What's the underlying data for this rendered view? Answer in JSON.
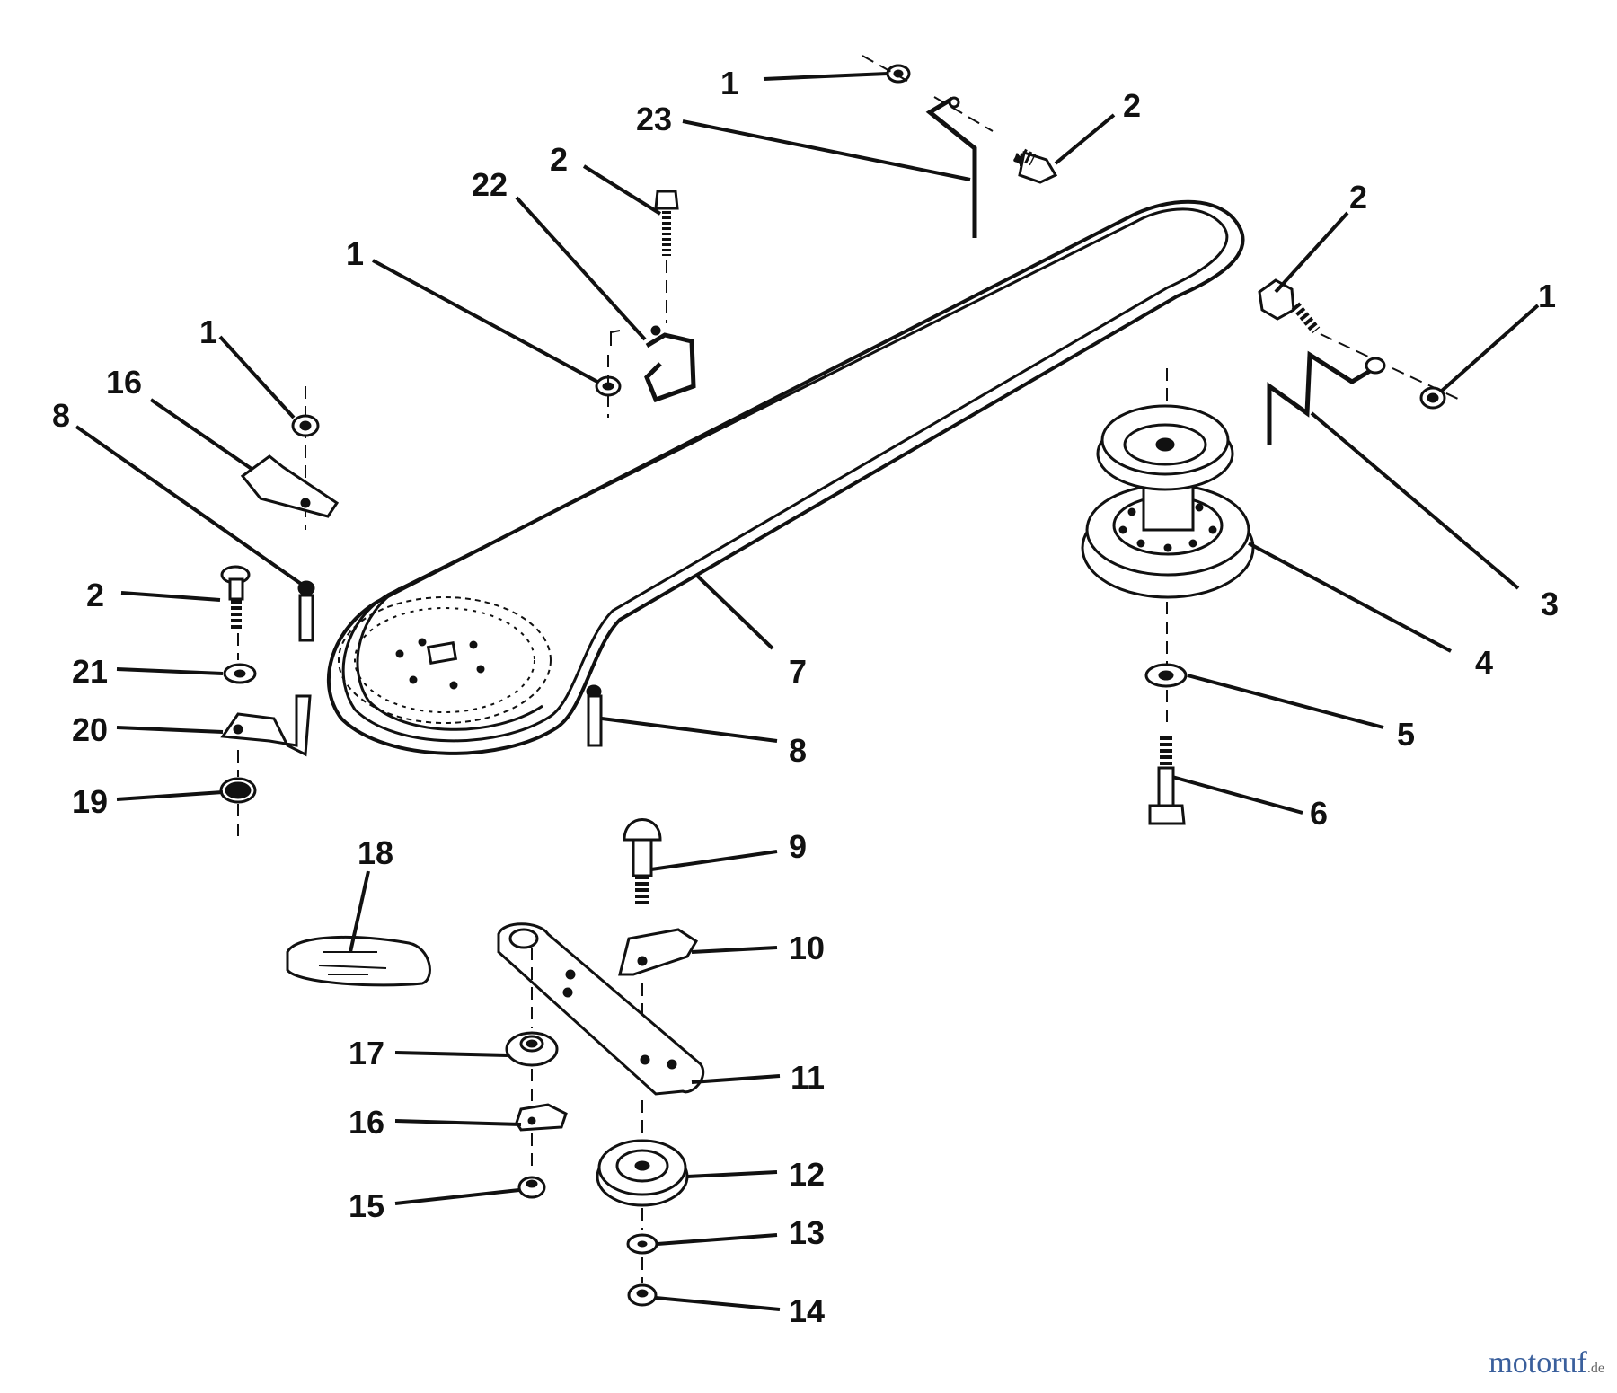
{
  "callouts": {
    "c1_top": "1",
    "c2_top": "2",
    "c23": "23",
    "c2_bolt": "2",
    "c22": "22",
    "c1_mid": "1",
    "c1_left": "1",
    "c16_top": "16",
    "c8_left": "8",
    "c2_right": "2",
    "c1_right": "1",
    "c3": "3",
    "c4": "4",
    "c7": "7",
    "c2_left": "2",
    "c21": "21",
    "c20": "20",
    "c19": "19",
    "c8_mid": "8",
    "c5": "5",
    "c6": "6",
    "c18": "18",
    "c9": "9",
    "c10": "10",
    "c17": "17",
    "c11": "11",
    "c16_bot": "16",
    "c12": "12",
    "c15": "15",
    "c13": "13",
    "c14": "14"
  },
  "watermark": {
    "main": "motoruf",
    "tld": ".de"
  }
}
